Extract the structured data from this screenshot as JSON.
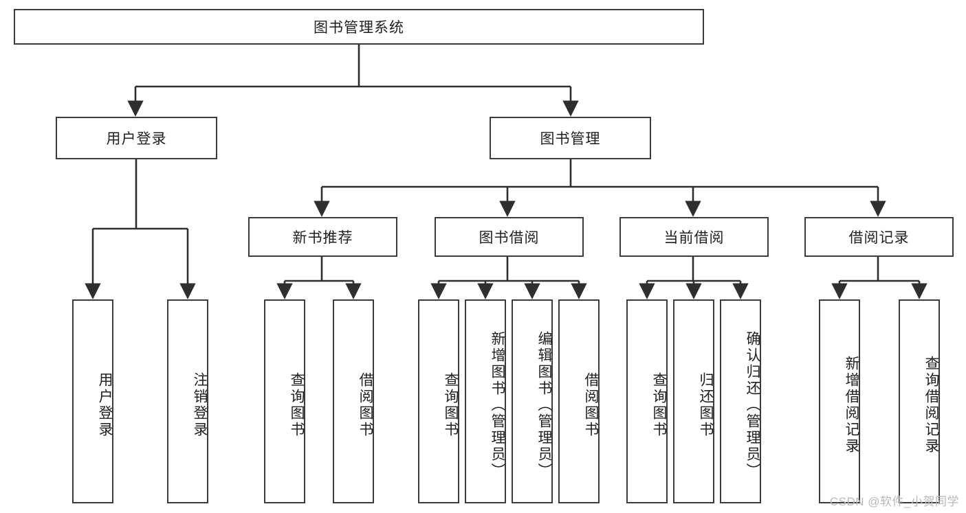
{
  "diagram": {
    "title": "图书管理系统",
    "type": "hierarchy-tree",
    "watermark": "CSDN @软件_小贺同学",
    "colors": {
      "box_border": "#3b3b3b",
      "box_fill": "#ffffff",
      "link": "#2e2e2e",
      "text": "#1f1f1f",
      "watermark": "#b9b9b9"
    },
    "levels": [
      {
        "level": 0,
        "nodes": [
          {
            "id": "root",
            "label": "图书管理系统",
            "orientation": "horizontal"
          }
        ]
      },
      {
        "level": 1,
        "nodes": [
          {
            "id": "login",
            "label": "用户登录",
            "orientation": "horizontal",
            "parent": "root"
          },
          {
            "id": "bookmgmt",
            "label": "图书管理",
            "orientation": "horizontal",
            "parent": "root"
          }
        ]
      },
      {
        "level": 2,
        "nodes": [
          {
            "id": "newbook",
            "label": "新书推荐",
            "orientation": "horizontal",
            "parent": "bookmgmt"
          },
          {
            "id": "borrow",
            "label": "图书借阅",
            "orientation": "horizontal",
            "parent": "bookmgmt"
          },
          {
            "id": "current",
            "label": "当前借阅",
            "orientation": "horizontal",
            "parent": "bookmgmt"
          },
          {
            "id": "records",
            "label": "借阅记录",
            "orientation": "horizontal",
            "parent": "bookmgmt"
          }
        ]
      },
      {
        "level": 3,
        "nodes": [
          {
            "id": "leaf-1",
            "label": "用户登录",
            "orientation": "vertical",
            "parent": "login"
          },
          {
            "id": "leaf-2",
            "label": "注销登录",
            "orientation": "vertical",
            "parent": "login"
          },
          {
            "id": "leaf-3",
            "label": "查询图书",
            "orientation": "vertical",
            "parent": "newbook"
          },
          {
            "id": "leaf-4",
            "label": "借阅图书",
            "orientation": "vertical",
            "parent": "newbook"
          },
          {
            "id": "leaf-5",
            "label": "查询图书",
            "orientation": "vertical",
            "parent": "borrow"
          },
          {
            "id": "leaf-6",
            "label": "新增图书（管理员）",
            "orientation": "vertical",
            "parent": "borrow"
          },
          {
            "id": "leaf-7",
            "label": "编辑图书（管理员）",
            "orientation": "vertical",
            "parent": "borrow"
          },
          {
            "id": "leaf-8",
            "label": "借阅图书",
            "orientation": "vertical",
            "parent": "borrow"
          },
          {
            "id": "leaf-9",
            "label": "查询图书",
            "orientation": "vertical",
            "parent": "current"
          },
          {
            "id": "leaf-10",
            "label": "归还图书",
            "orientation": "vertical",
            "parent": "current"
          },
          {
            "id": "leaf-11",
            "label": "确认归还（管理员）",
            "orientation": "vertical",
            "parent": "current"
          },
          {
            "id": "leaf-12",
            "label": "新增借阅记录",
            "orientation": "vertical",
            "parent": "records"
          },
          {
            "id": "leaf-13",
            "label": "查询借阅记录",
            "orientation": "vertical",
            "parent": "records"
          }
        ]
      }
    ]
  }
}
